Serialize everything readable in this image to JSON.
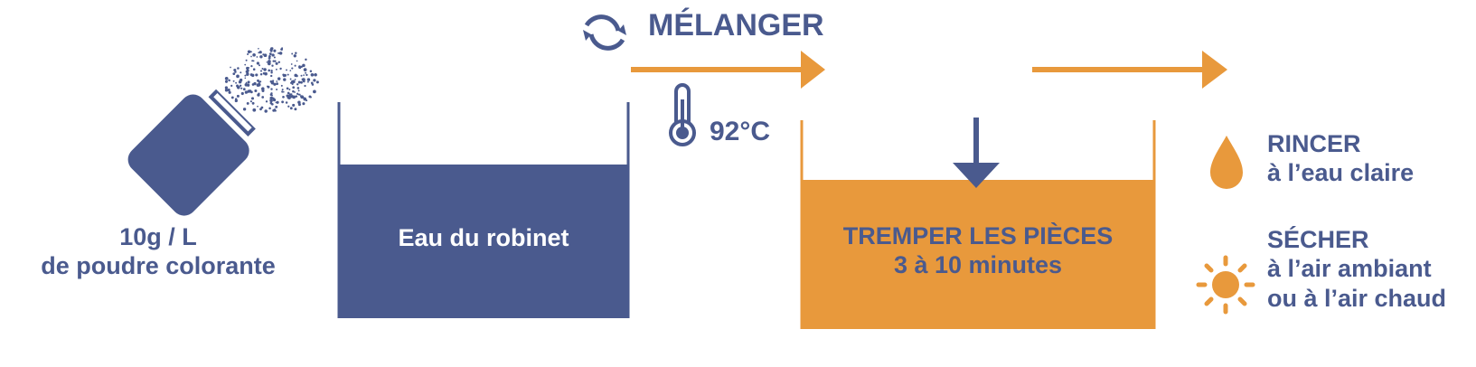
{
  "colors": {
    "navy": "#4a5a8e",
    "orange": "#e8993c",
    "white": "#ffffff"
  },
  "icons": {
    "dye_jar": "dye-jar-icon",
    "mix": "mix-cycle-icon",
    "thermometer": "thermometer-icon",
    "down_arrow": "down-arrow-icon",
    "drop": "water-drop-icon",
    "sun": "sun-icon"
  },
  "dye": {
    "line1": "10g / L",
    "line2": "de poudre colorante"
  },
  "tank_water": {
    "label": "Eau du robinet"
  },
  "mix": {
    "label": "MÉLANGER"
  },
  "temperature": {
    "label": "92°C"
  },
  "tank_soak": {
    "line1": "TREMPER LES PIÈCES",
    "line2": "3 à 10 minutes"
  },
  "rinse": {
    "title": "RINCER",
    "detail": "à l’eau claire"
  },
  "dry": {
    "title": "SÉCHER",
    "detail1": "à l’air ambiant",
    "detail2": "ou à l’air chaud"
  }
}
